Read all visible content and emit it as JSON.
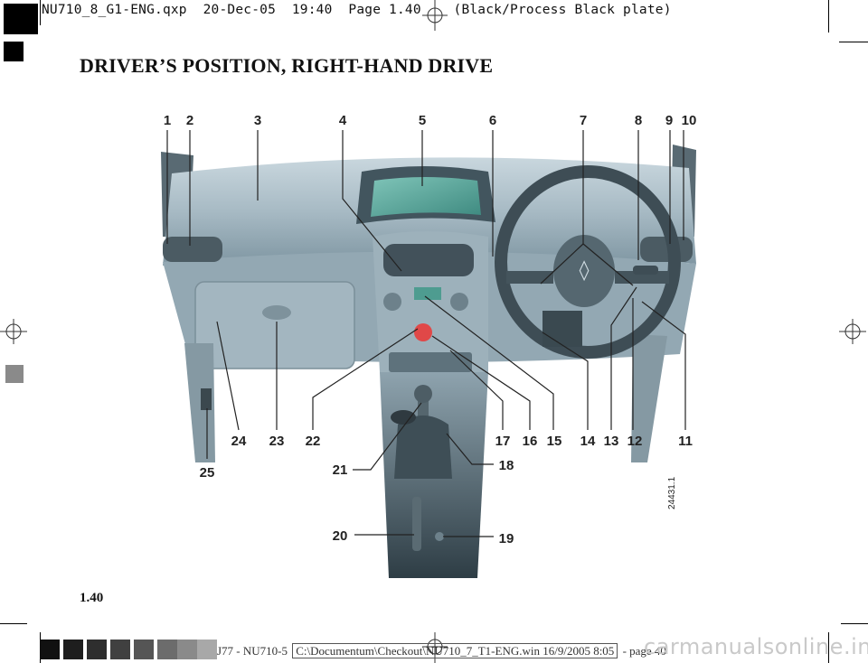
{
  "header": {
    "filename": "NU710_8_G1-ENG.qxp",
    "date": "20-Dec-05",
    "time": "19:40",
    "page": "Page 1.40",
    "plate": "(Black/Process Black plate)"
  },
  "title": "DRIVER’S POSITION, RIGHT-HAND DRIVE",
  "callouts_top": [
    "1",
    "2",
    "3",
    "4",
    "5",
    "6",
    "7",
    "8",
    "9",
    "10"
  ],
  "callouts_row": [
    "24",
    "23",
    "22",
    "17",
    "16",
    "15",
    "14",
    "13",
    "12",
    "11"
  ],
  "callouts_lower": {
    "c25": "25",
    "c21": "21",
    "c18": "18",
    "c20": "20",
    "c19": "19"
  },
  "figure_code": "24431.1",
  "page_number": "1.40",
  "footer": {
    "left": "J77 - NU710-5",
    "path": "C:\\Documentum\\Checkout\\NU710_7_T1-ENG.win 16/9/2005 8:05",
    "right": "- page 40"
  },
  "watermark": "carmanualsonline.info",
  "colors": {
    "dashboard": "#a9bcc6",
    "display": "#4e9c90",
    "hazard_button": "#e04848",
    "ink": "#111111"
  }
}
